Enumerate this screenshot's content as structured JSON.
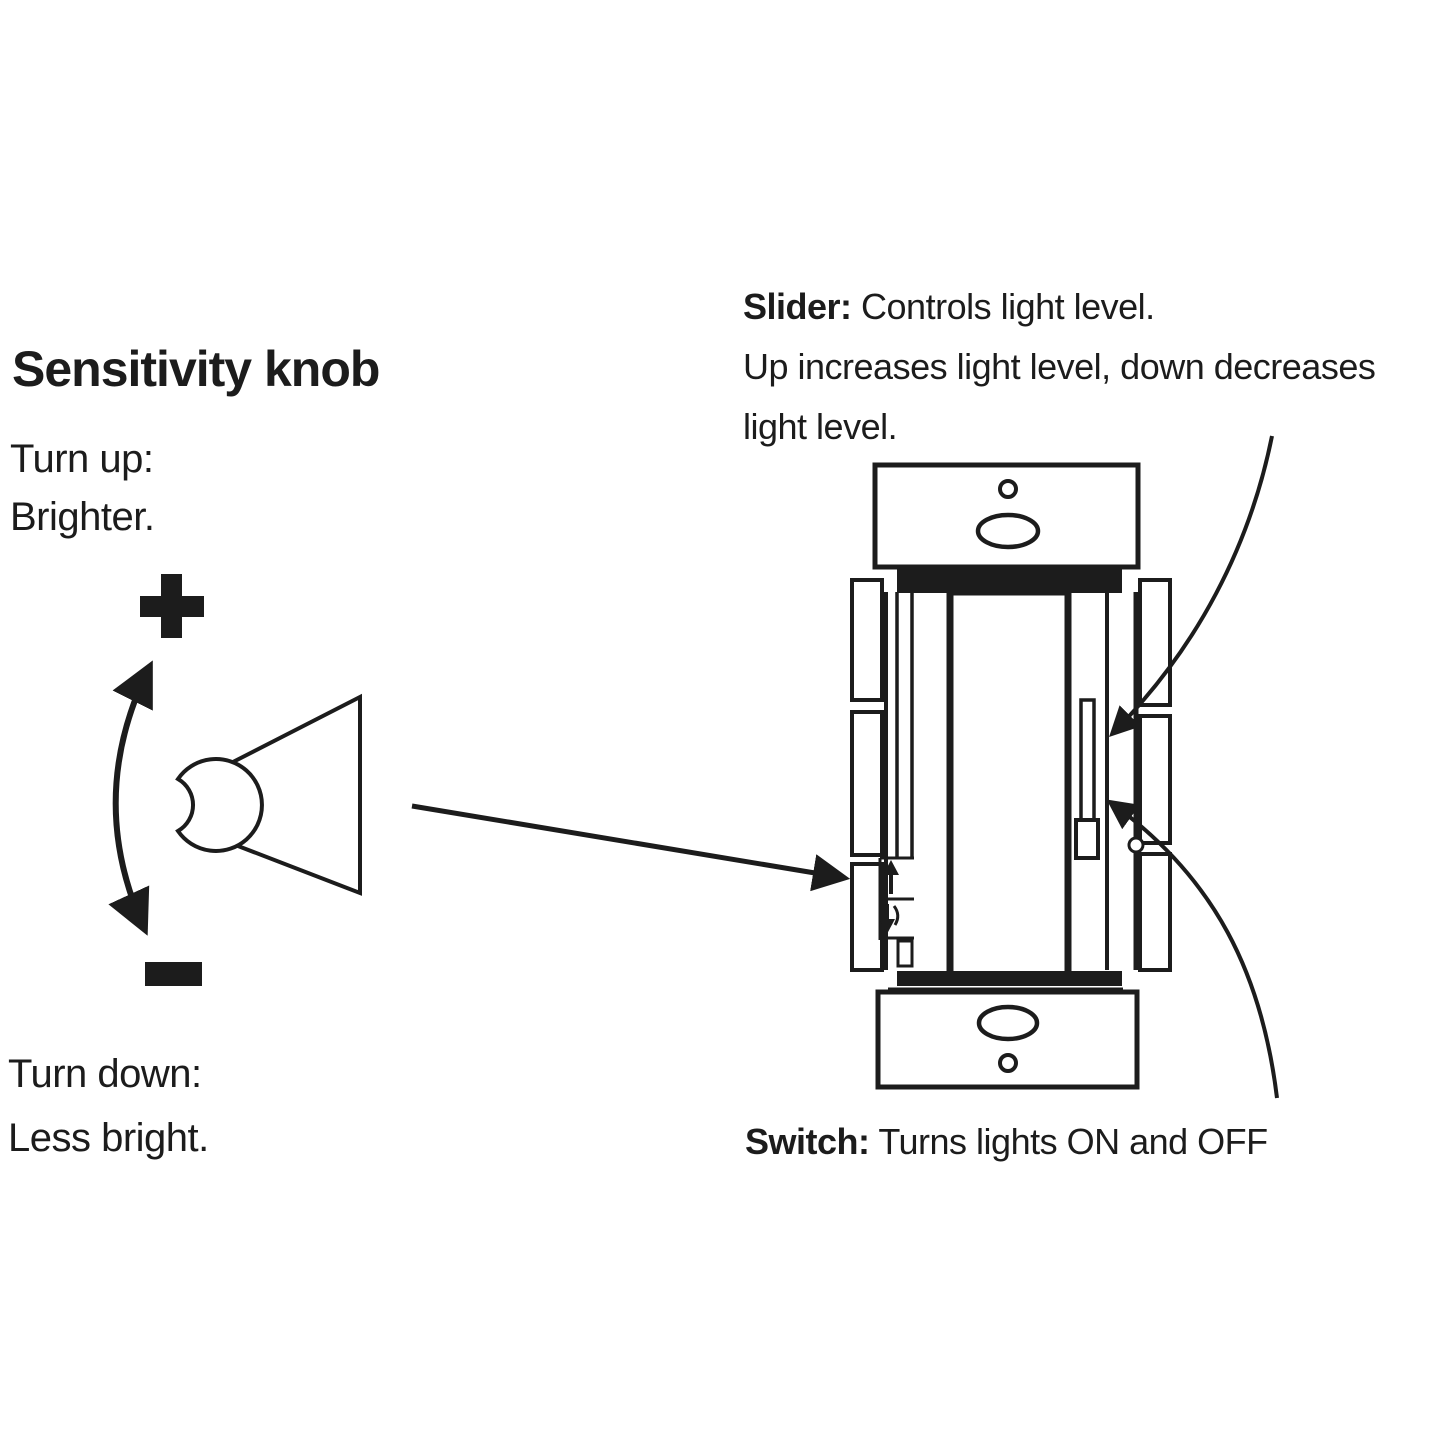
{
  "palette": {
    "background": "#ffffff",
    "ink": "#1c1c1c"
  },
  "sensitivity_section": {
    "heading": "Sensitivity knob",
    "turn_up_label": "Turn up:",
    "turn_up_result": "Brighter.",
    "turn_down_label": "Turn down:",
    "turn_down_result": "Less bright."
  },
  "slider_note": {
    "lead": "Slider:",
    "line1_rest": " Controls light level.",
    "line2": "Up increases light level, down decreases",
    "line3": "light level."
  },
  "switch_note": {
    "lead": "Switch:",
    "rest": " Turns lights ON and OFF"
  },
  "icons": {
    "plus-icon": "+",
    "minus-icon": "−",
    "rotation-arc-icon": "⟲",
    "knob-pointer-arrow-icon": "→",
    "up-arrow-icon": "↑",
    "down-arrow-icon": "↓",
    "slider-leader-arrow-icon": "↘",
    "switch-leader-arrow-icon": "↖",
    "screw-hole-icon": "○",
    "mounting-slot-icon": "⬭"
  }
}
